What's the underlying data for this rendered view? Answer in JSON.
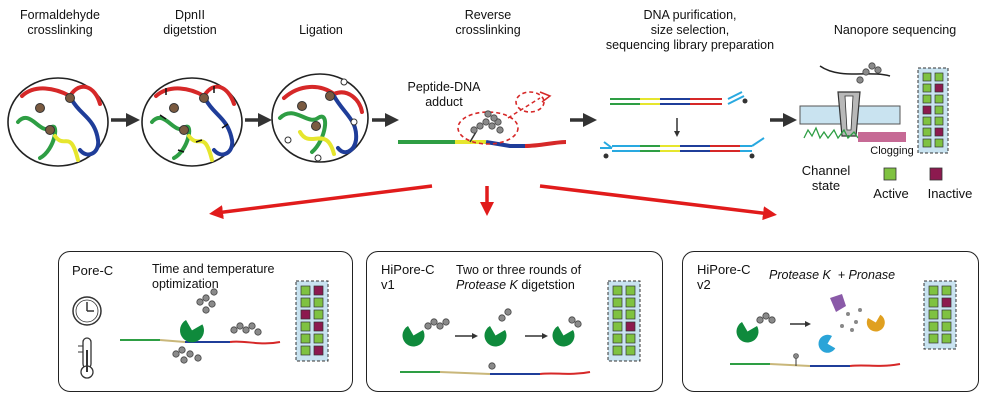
{
  "steps": {
    "crosslink": [
      "Formaldehyde",
      "crosslinking"
    ],
    "digest": [
      "DpnII",
      "digetstion"
    ],
    "ligation": "Ligation",
    "reverse": [
      "Reverse",
      "crosslinking"
    ],
    "purification": [
      "DNA purification,",
      "size selection,",
      "sequencing library preparation"
    ],
    "sequencing": "Nanopore sequencing"
  },
  "annotations": {
    "adduct": [
      "Peptide-DNA",
      "adduct"
    ],
    "clogging": "Clogging",
    "channel_state": [
      "Channel",
      "state"
    ],
    "legend_active": "Active",
    "legend_inactive": "Inactive"
  },
  "panels": {
    "porec": {
      "title": "Pore-C",
      "desc": [
        "Time and temperature",
        "optimization"
      ]
    },
    "v1": {
      "title": [
        "HiPore-C",
        "v1"
      ],
      "desc_a": "Two or three rounds of",
      "desc_b_italic": "Protease K",
      "desc_b_rest": " digetstion"
    },
    "v2": {
      "title": [
        "HiPore-C",
        "v2"
      ],
      "desc": "Protease K  + Pronase"
    }
  },
  "colors": {
    "red": "#d62828",
    "green": "#2e9e44",
    "blue": "#1f3d99",
    "yellow": "#e6e62e",
    "active": "#7fc241",
    "inactive": "#8c1a4f",
    "arrow_red": "#e11b1b",
    "pacman": "#0f8a3c",
    "pore": "#c9e3f0"
  },
  "channel_grids": {
    "top": [
      [
        "active",
        "active"
      ],
      [
        "active",
        "inactive"
      ],
      [
        "active",
        "active"
      ],
      [
        "inactive",
        "active"
      ],
      [
        "active",
        "active"
      ],
      [
        "active",
        "inactive"
      ],
      [
        "active",
        "active"
      ]
    ],
    "porec": [
      [
        "active",
        "inactive"
      ],
      [
        "active",
        "active"
      ],
      [
        "inactive",
        "active"
      ],
      [
        "active",
        "inactive"
      ],
      [
        "active",
        "active"
      ],
      [
        "active",
        "inactive"
      ]
    ],
    "v1": [
      [
        "active",
        "active"
      ],
      [
        "active",
        "active"
      ],
      [
        "active",
        "active"
      ],
      [
        "active",
        "inactive"
      ],
      [
        "active",
        "active"
      ],
      [
        "active",
        "active"
      ]
    ],
    "v2": [
      [
        "active",
        "active"
      ],
      [
        "active",
        "inactive"
      ],
      [
        "active",
        "active"
      ],
      [
        "active",
        "active"
      ],
      [
        "active",
        "active"
      ]
    ]
  }
}
